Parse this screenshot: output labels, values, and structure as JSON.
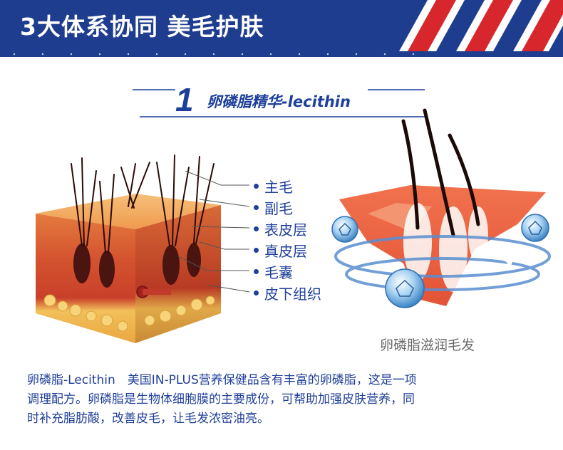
{
  "banner": {
    "title": "3大体系协同 美毛护肤",
    "colors": {
      "blue": "#1e3d8f",
      "red": "#d8262d",
      "white": "#ffffff"
    }
  },
  "section": {
    "number": "1",
    "title": "卵磷脂精华-lecithin"
  },
  "skin_labels": [
    "主毛",
    "副毛",
    "表皮层",
    "真皮层",
    "毛囊",
    "皮下组织"
  ],
  "hair_caption": "卵磷脂滋润毛发",
  "description": {
    "lines": [
      "卵磷脂-Lecithin　美国IN-PLUS营养保健品含有丰富的卵磷脂，这是一项",
      "调理配方。卵磷脂是生物体细胞膜的主要成份，可帮助加强皮肤营养，同",
      "时补充脂肪酸，改善皮毛，让毛发浓密油亮。"
    ]
  }
}
